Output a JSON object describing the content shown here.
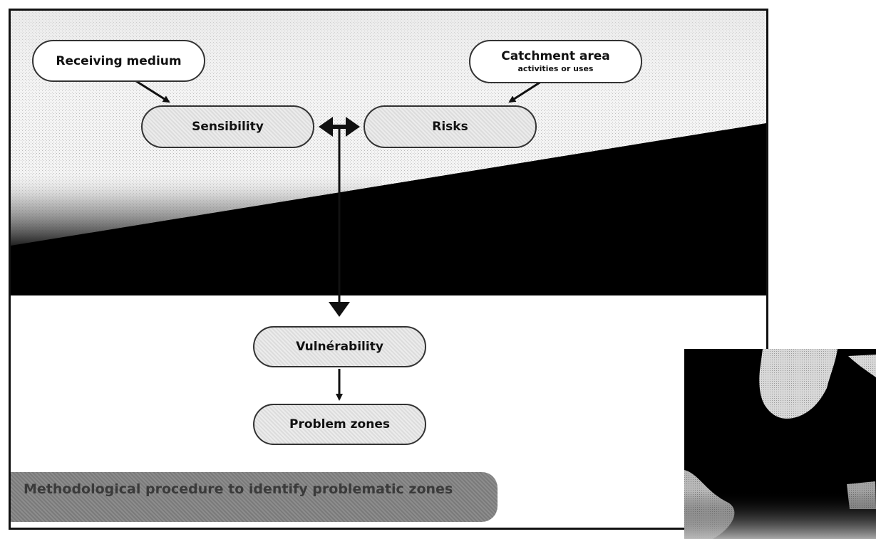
{
  "diagram": {
    "nodes": {
      "receiving_medium": "Receiving medium",
      "catchment_area": "Catchment area",
      "catchment_area_sub": "activities or uses",
      "sensibility": "Sensibility",
      "risks": "Risks",
      "vulnerability": "Vulnérability",
      "problem_zones": "Problem zones"
    },
    "caption": "Methodological procedure to identify problematic zones"
  },
  "colors": {
    "frame": "#111111",
    "dark_band": "#000000",
    "box_fill": "#e4e4e4",
    "caption_fill": "#858585"
  }
}
